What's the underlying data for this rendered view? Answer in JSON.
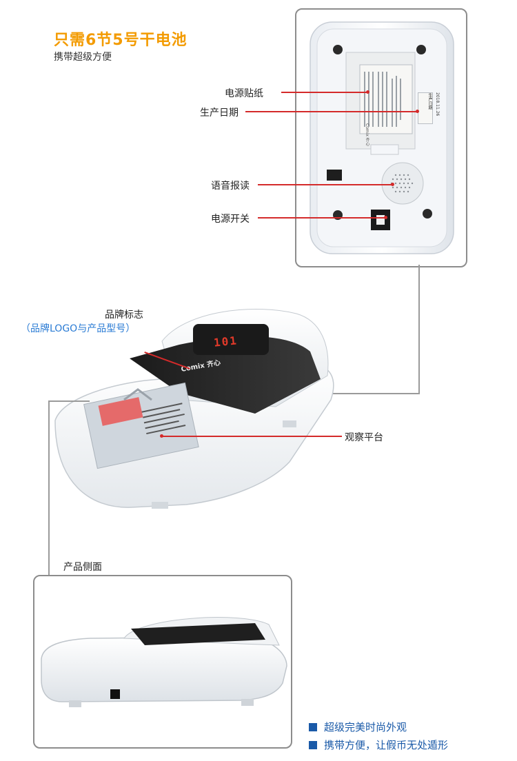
{
  "header": {
    "headline": "只需6节5号干电池",
    "subline": "携带超级方便"
  },
  "back_view": {
    "callouts": [
      "电源贴纸",
      "生产日期",
      "语音报读",
      "电源开关"
    ],
    "sticker": {
      "brand": "Comix 齐心",
      "date_title": "生产日期",
      "date_value": "2018.11.26"
    }
  },
  "top_view": {
    "brand_label": "品牌标志",
    "brand_note": "（品牌LOGO与产品型号）",
    "platform_label": "观察平台",
    "display_digits": "101",
    "device_logo": "Comix 齐心"
  },
  "side_view": {
    "label": "产品侧面"
  },
  "features": [
    "超级完美时尚外观",
    "携带方便，让假币无处遁形"
  ],
  "colors": {
    "accent": "#f39b00",
    "callout_line": "#d42a2a",
    "feature_text": "#1a5aa8",
    "brand_note": "#2a7bd4"
  }
}
